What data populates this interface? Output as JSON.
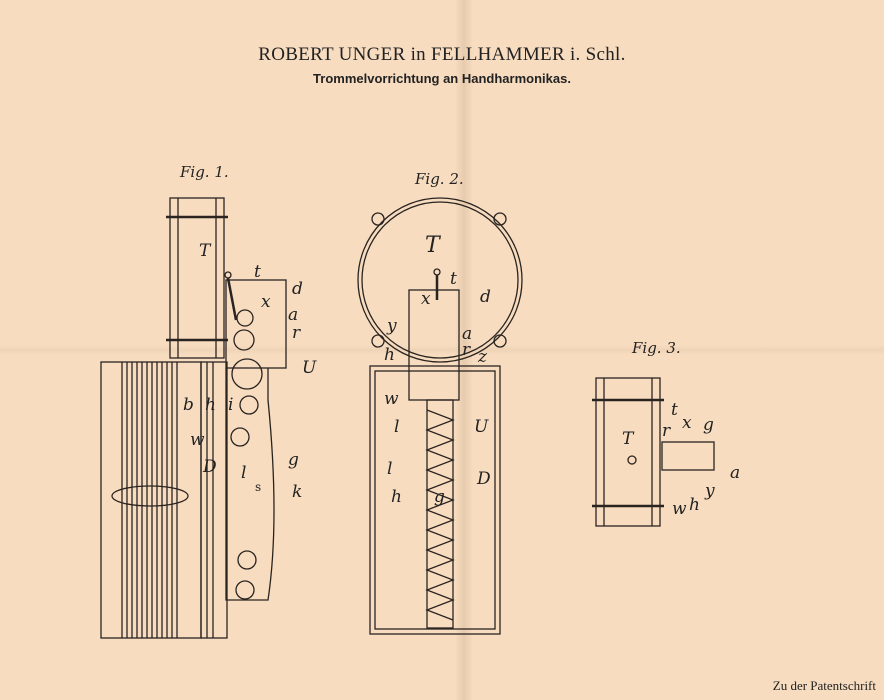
{
  "header": {
    "title": "ROBERT UNGER in FELLHAMMER i. Schl.",
    "subtitle": "Trommelvorrichtung an Handharmonikas."
  },
  "footer": "Zu der Patentschrift",
  "fig1": {
    "caption": "Fig. 1.",
    "labels": {
      "T": "T",
      "t": "t",
      "d": "d",
      "x": "x",
      "a": "a",
      "r": "r",
      "U": "U",
      "b": "b",
      "h": "h",
      "i": "i",
      "w": "w",
      "D": "D",
      "g": "g",
      "l": "l",
      "s": "s",
      "k": "k"
    }
  },
  "fig2": {
    "caption": "Fig. 2.",
    "labels": {
      "T": "T",
      "t": "t",
      "d": "d",
      "x": "x",
      "y": "y",
      "a": "a",
      "r": "r",
      "h": "h",
      "z": "z",
      "w": "w",
      "l": "l",
      "U": "U",
      "D": "D",
      "l2": "l",
      "h2": "h",
      "g": "g"
    }
  },
  "fig3": {
    "caption": "Fig. 3.",
    "labels": {
      "T": "T",
      "r": "r",
      "t": "t",
      "x": "x",
      "g": "g",
      "a": "a",
      "y": "y",
      "h": "h",
      "w": "w"
    }
  }
}
